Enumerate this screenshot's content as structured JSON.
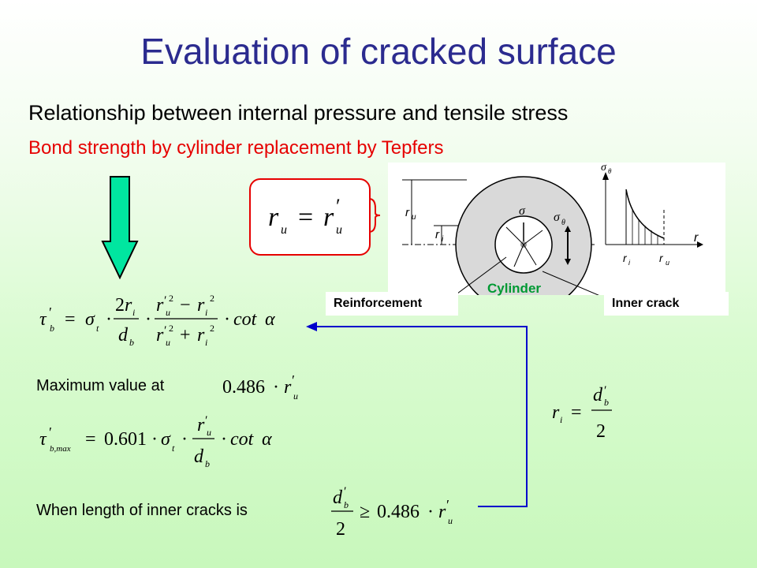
{
  "title": "Evaluation of cracked surface",
  "subtitle1": "Relationship between internal pressure and tensile stress",
  "subtitle2": "Bond strength by cylinder replacement by Tepfers",
  "labels": {
    "reinforcement": "Reinforcement",
    "cylinder": "Cylinder",
    "inner_crack": "Inner crack"
  },
  "texts": {
    "max_value": "Maximum value at",
    "inner_crack_len": "When length of inner cracks is"
  },
  "colors": {
    "title": "#2b2b8f",
    "highlight": "#e60000",
    "arrow_fill": "#00e6a0",
    "connector": "#0000cc",
    "cylinder_label": "#009933"
  }
}
